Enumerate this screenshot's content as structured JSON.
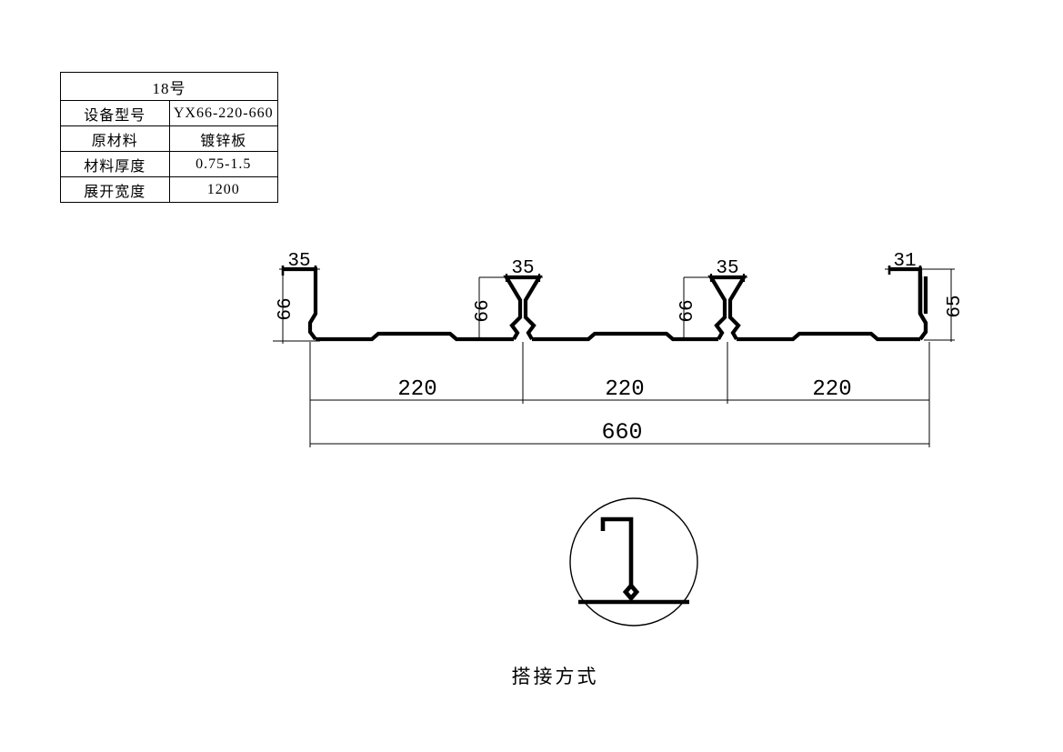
{
  "spec_table": {
    "title": "18号",
    "rows": [
      {
        "label": "设备型号",
        "value": "YX66-220-660",
        "mono": true
      },
      {
        "label": "原材料",
        "value": "镀锌板",
        "mono": false
      },
      {
        "label": "材料厚度",
        "value": "0.75-1.5",
        "mono": true
      },
      {
        "label": "展开宽度",
        "value": "1200",
        "mono": true
      }
    ]
  },
  "profile": {
    "left_rib": {
      "width_label": "35",
      "height_label": "66"
    },
    "mid_rib_1": {
      "width_label": "35",
      "height_label": "66"
    },
    "mid_rib_2": {
      "width_label": "35",
      "height_label": "66"
    },
    "right_rib": {
      "width_label": "31",
      "height_label": "65"
    },
    "pitch_labels": [
      "220",
      "220",
      "220"
    ],
    "total_width_label": "660"
  },
  "detail": {
    "caption": "搭接方式"
  },
  "colors": {
    "line": "#000000",
    "thin_line": "#000000",
    "background": "#ffffff"
  }
}
